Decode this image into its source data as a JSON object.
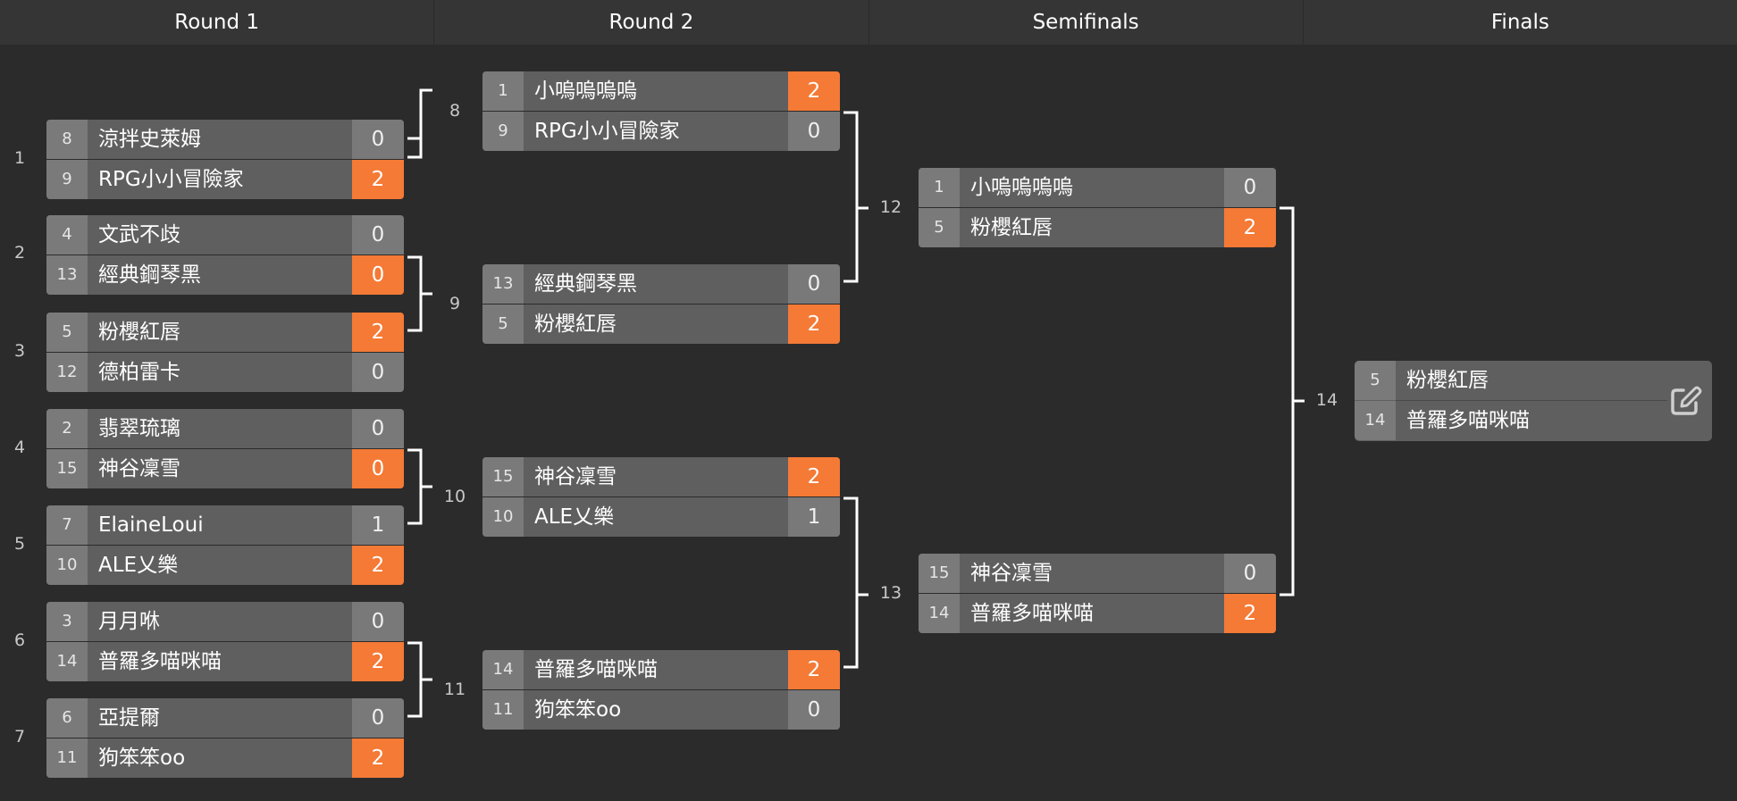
{
  "rounds": [
    "Round 1",
    "Round 2",
    "Semifinals",
    "Finals"
  ],
  "round1": [
    {
      "num": "1",
      "top": {
        "seed": "8",
        "name": "涼拌史萊姆",
        "score": "0"
      },
      "bot": {
        "seed": "9",
        "name": "RPG小小冒險家",
        "score": "2"
      }
    },
    {
      "num": "2",
      "top": {
        "seed": "4",
        "name": "文武不歧",
        "score": "0"
      },
      "bot": {
        "seed": "13",
        "name": "經典鋼琴黑",
        "score": "0"
      }
    },
    {
      "num": "3",
      "top": {
        "seed": "5",
        "name": "粉櫻紅唇",
        "score": "2"
      },
      "bot": {
        "seed": "12",
        "name": "德柏雷卡",
        "score": "0"
      }
    },
    {
      "num": "4",
      "top": {
        "seed": "2",
        "name": "翡翠琉璃",
        "score": "0"
      },
      "bot": {
        "seed": "15",
        "name": "神谷凜雪",
        "score": "0"
      }
    },
    {
      "num": "5",
      "top": {
        "seed": "7",
        "name": "ElaineLoui",
        "score": "1"
      },
      "bot": {
        "seed": "10",
        "name": "ALE乂樂",
        "score": "2"
      }
    },
    {
      "num": "6",
      "top": {
        "seed": "3",
        "name": "月月咻",
        "score": "0"
      },
      "bot": {
        "seed": "14",
        "name": "普羅多喵咪喵",
        "score": "2"
      }
    },
    {
      "num": "7",
      "top": {
        "seed": "6",
        "name": "亞提爾",
        "score": "0"
      },
      "bot": {
        "seed": "11",
        "name": "狗笨笨oo",
        "score": "2"
      }
    }
  ],
  "round2": [
    {
      "num": "8",
      "top": {
        "seed": "1",
        "name": "小嗚嗚嗚嗚",
        "score": "2"
      },
      "bot": {
        "seed": "9",
        "name": "RPG小小冒險家",
        "score": "0"
      }
    },
    {
      "num": "9",
      "top": {
        "seed": "13",
        "name": "經典鋼琴黑",
        "score": "0"
      },
      "bot": {
        "seed": "5",
        "name": "粉櫻紅唇",
        "score": "2"
      }
    },
    {
      "num": "10",
      "top": {
        "seed": "15",
        "name": "神谷凜雪",
        "score": "2"
      },
      "bot": {
        "seed": "10",
        "name": "ALE乂樂",
        "score": "1"
      }
    },
    {
      "num": "11",
      "top": {
        "seed": "14",
        "name": "普羅多喵咪喵",
        "score": "2"
      },
      "bot": {
        "seed": "11",
        "name": "狗笨笨oo",
        "score": "0"
      }
    }
  ],
  "semifinals": [
    {
      "num": "12",
      "top": {
        "seed": "1",
        "name": "小嗚嗚嗚嗚",
        "score": "0"
      },
      "bot": {
        "seed": "5",
        "name": "粉櫻紅唇",
        "score": "2"
      }
    },
    {
      "num": "13",
      "top": {
        "seed": "15",
        "name": "神谷凜雪",
        "score": "0"
      },
      "bot": {
        "seed": "14",
        "name": "普羅多喵咪喵",
        "score": "2"
      }
    }
  ],
  "finals": {
    "num": "14",
    "top": {
      "seed": "5",
      "name": "粉櫻紅唇"
    },
    "bot": {
      "seed": "14",
      "name": "普羅多喵咪喵"
    },
    "edit_icon": "edit-icon"
  },
  "colors": {
    "win": "#f47a36",
    "background": "#2b2b2b",
    "row": "#5f5f5f",
    "seed": "#7a7a7a"
  }
}
